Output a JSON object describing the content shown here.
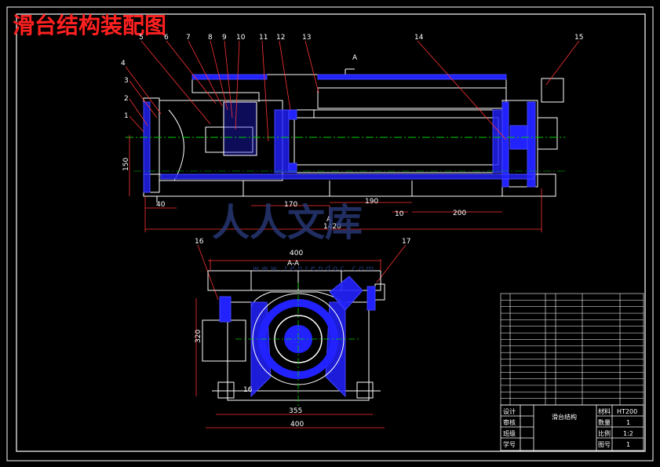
{
  "title": "滑台结构装配图",
  "colors": {
    "bg": "#000000",
    "frame": "#ffffff",
    "outline": "#ffffff",
    "part": "#2222ff",
    "center": "#00cc00",
    "dim": "#ff3333",
    "title": "#ff2020"
  },
  "balloons": [
    "1",
    "2",
    "3",
    "4",
    "5",
    "6",
    "7",
    "8",
    "9",
    "10",
    "11",
    "12",
    "13",
    "14",
    "15",
    "16",
    "17"
  ],
  "section_marks": [
    "A",
    "A",
    "A-A"
  ],
  "dims": {
    "d150": "150",
    "d40": "40",
    "d170": "170",
    "d190": "190",
    "d10": "10",
    "d200": "200",
    "d1420": "1420",
    "d400top": "400",
    "d320": "320",
    "d355": "355",
    "d400bot": "400",
    "d16": "16"
  },
  "watermark": {
    "main": "人人文库",
    "url": "w w w . r e n r e n d o c . c o m"
  },
  "title_block": {
    "name": "滑台结构",
    "roles": [
      "设计",
      "审核",
      "班级",
      "学号"
    ],
    "fields": [
      {
        "key": "材料",
        "value": "HT200"
      },
      {
        "key": "数量",
        "value": "1"
      },
      {
        "key": "比例",
        "value": "1:2"
      },
      {
        "key": "图号",
        "value": "1"
      }
    ]
  }
}
